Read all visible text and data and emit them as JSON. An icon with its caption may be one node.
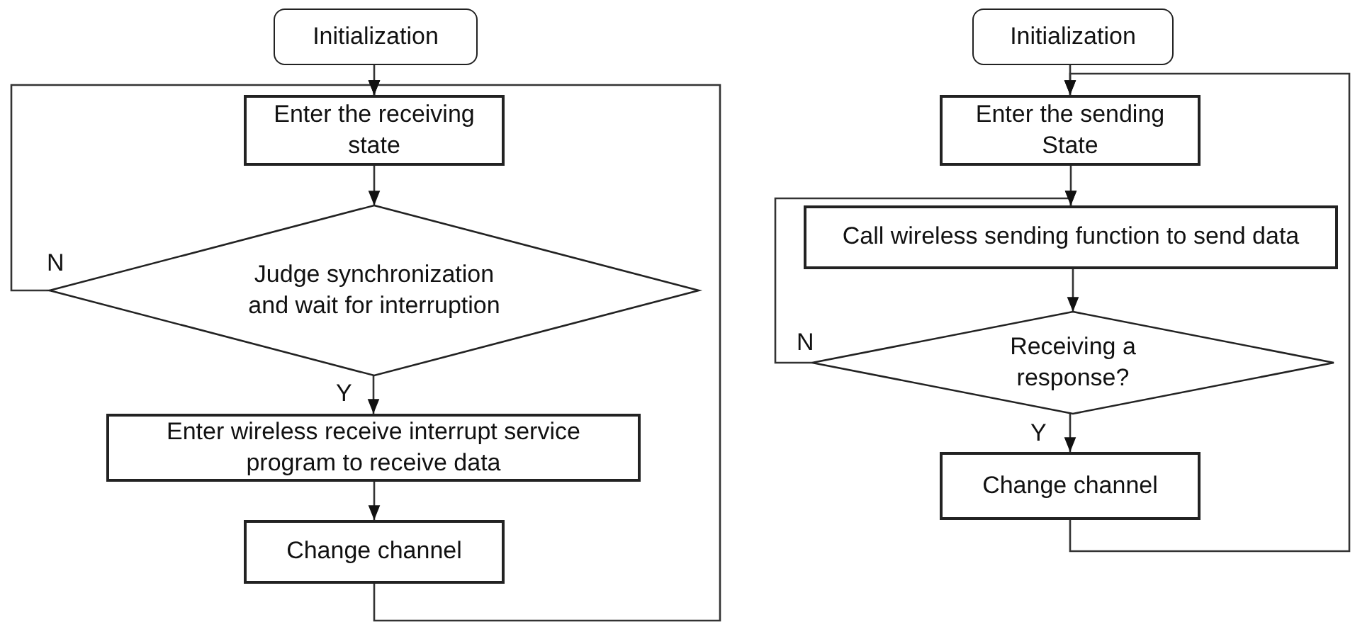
{
  "diagram": {
    "nodes": [
      {
        "text": [
          "Initialization"
        ]
      },
      {
        "text": [
          "Enter the receiving state"
        ]
      },
      {
        "text": [
          "Judge synchronization and wait for interruption"
        ]
      },
      {
        "text": [
          "Enter wireless receive interrupt service program to receive data"
        ]
      },
      {
        "text": [
          "Change channel"
        ]
      },
      {
        "text": [
          "Initialization"
        ]
      },
      {
        "text": [
          "Enter the sending State"
        ]
      },
      {
        "text": [
          "Call wireless sending function to send data"
        ]
      },
      {
        "text": [
          "Receiving a response?"
        ]
      },
      {
        "text": [
          "Change channel"
        ]
      }
    ],
    "edges": [
      {
        "from": 0,
        "to": 1,
        "arrow": "to"
      },
      {
        "from": 1,
        "to": 2,
        "arrow": "to"
      },
      {
        "from": 2,
        "to": 1,
        "arrow": "to",
        "label": "N"
      },
      {
        "from": 2,
        "to": 3,
        "arrow": "to",
        "label": "Y"
      },
      {
        "from": 3,
        "to": 4,
        "arrow": "to"
      },
      {
        "from": 4,
        "to": 1,
        "arrow": "to"
      },
      {
        "from": 5,
        "to": 6,
        "arrow": "to"
      },
      {
        "from": 6,
        "to": 7,
        "arrow": "to"
      },
      {
        "from": 7,
        "to": 8,
        "arrow": "to"
      },
      {
        "from": 8,
        "to": 7,
        "arrow": "to",
        "label": "N"
      },
      {
        "from": 8,
        "to": 9,
        "arrow": "to",
        "label": "Y"
      },
      {
        "from": 9,
        "to": 6,
        "arrow": "to"
      }
    ]
  }
}
